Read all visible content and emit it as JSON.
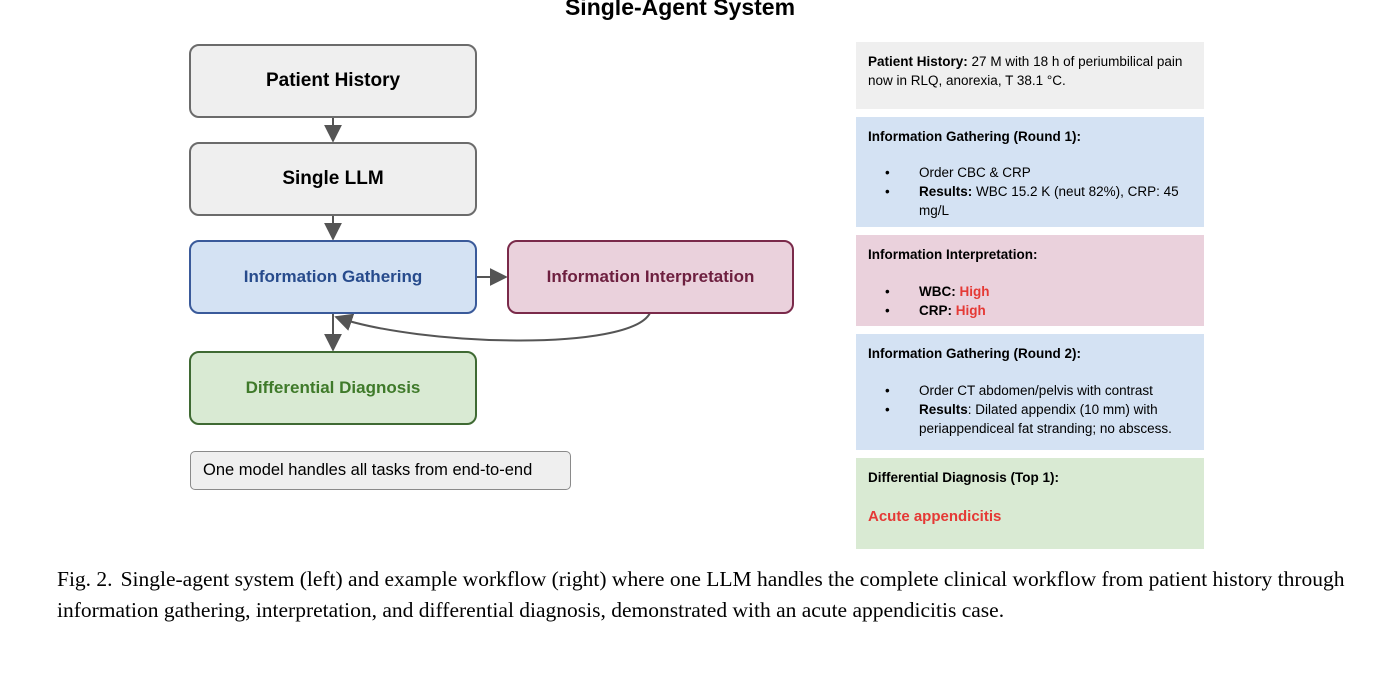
{
  "title": "Single-Agent System",
  "nodes": {
    "patient_history": "Patient History",
    "single_llm": "Single LLM",
    "info_gathering": "Information Gathering",
    "info_interpretation": "Information Interpretation",
    "diff_diagnosis": "Differential Diagnosis"
  },
  "note": "One model handles all tasks from end-to-end",
  "panels": {
    "history": {
      "label": "Patient History:",
      "text": "27 M with 18 h of periumbilical pain now in RLQ, anorexia, T 38.1 °C."
    },
    "round1": {
      "header": "Information Gathering (Round 1):",
      "item1": "Order CBC & CRP",
      "item2_label": "Results:",
      "item2_text": "WBC 15.2 K (neut 82%), CRP: 45 mg/L"
    },
    "interpretation": {
      "header": "Information Interpretation:",
      "item1_label": "WBC:",
      "item1_value": "High",
      "item2_label": "CRP:",
      "item2_value": "High"
    },
    "round2": {
      "header": "Information Gathering (Round 2):",
      "item1": "Order CT abdomen/pelvis with contrast",
      "item2_label": "Results",
      "item2_text": ": Dilated appendix (10 mm) with periappendiceal fat stranding; no abscess."
    },
    "diagnosis": {
      "header": "Differential Diagnosis (Top 1):",
      "value": "Acute appendicitis"
    }
  },
  "caption": {
    "label": "Fig. 2.",
    "text": "Single-agent system (left) and example workflow (right) where one LLM handles the complete clinical workflow from patient history through information gathering, interpretation, and differential diagnosis, demonstrated with an acute appendicitis case."
  },
  "colors": {
    "gray_fill": "#efefef",
    "blue_fill": "#d4e2f3",
    "pink_fill": "#ead1dc",
    "green_fill": "#d9ead3",
    "highlight_red": "#e53935"
  }
}
